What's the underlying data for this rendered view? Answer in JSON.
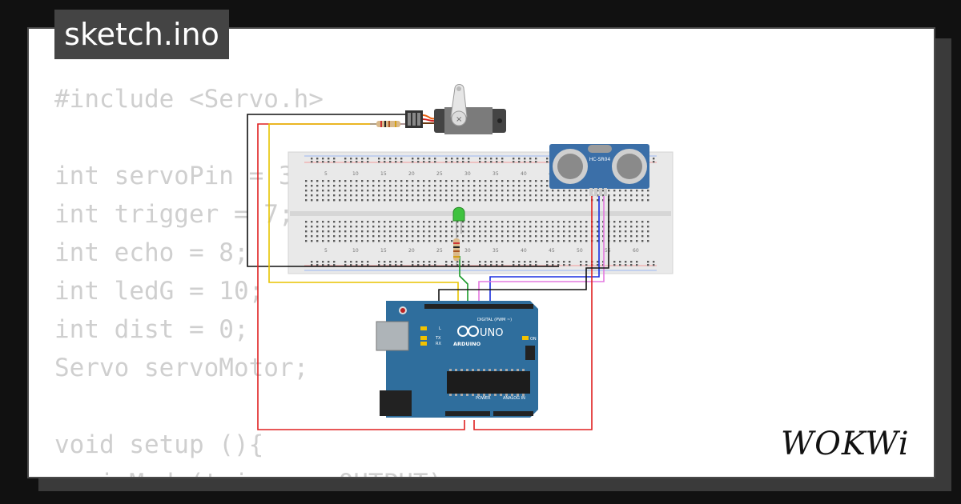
{
  "file_tab": {
    "name": "sketch.ino"
  },
  "code_lines": [
    "#include <Servo.h>",
    "",
    "int servoPin = 3;",
    "int trigger = 7;",
    "int echo = 8;",
    "int ledG = 10;",
    "int dist = 0;",
    "Servo servoMotor;",
    "",
    "void setup (){",
    "  pinMode(trigger, OUTPUT);"
  ],
  "board": {
    "brand": "ARDUINO",
    "model": "UNO",
    "digital_label": "DIGITAL (PWM ~)",
    "power_label": "POWER",
    "analog_label": "ANALOG IN",
    "on_label": "ON",
    "tx_label": "TX",
    "rx_label": "RX",
    "l_label": "L"
  },
  "sensor": {
    "label": "HC-SR04"
  },
  "breadboard": {
    "column_numbers": [
      "5",
      "10",
      "15",
      "20",
      "25",
      "30",
      "35",
      "40",
      "45",
      "50",
      "55",
      "60"
    ]
  },
  "logo": {
    "text": "WOKWi"
  },
  "colors": {
    "background": "#111111",
    "card": "#ffffff",
    "tab": "#444444",
    "code_text": "#cfcfcf",
    "board_blue": "#2f6e9d",
    "sensor_blue": "#3b6fa8",
    "wire_black": "#111111",
    "wire_red": "#e02020",
    "wire_yellow": "#e8c400",
    "wire_green": "#1a9a2a",
    "wire_blue": "#1a2ee0",
    "wire_pink": "#e47ae0"
  }
}
